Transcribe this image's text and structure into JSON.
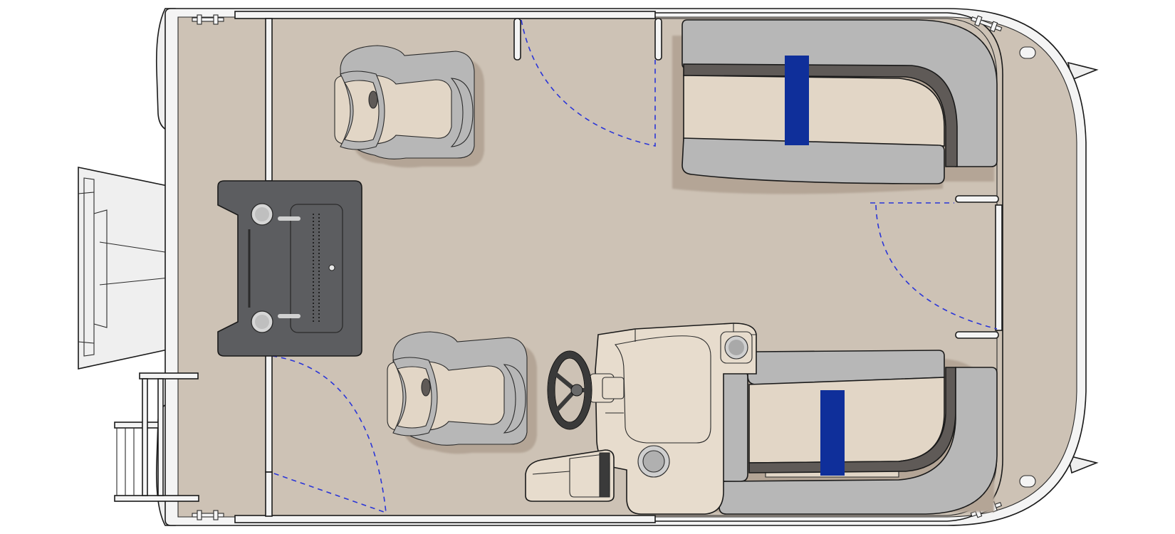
{
  "colors": {
    "deck": "#cdc2b5",
    "rail_fill": "#f4f4f4",
    "pontoon_fill": "#efefef",
    "upholstery_gray": "#b7b7b7",
    "upholstery_light": "#e2d6c6",
    "upholstery_dark": "#5f5a57",
    "accent_stripe": "#0f2f9a",
    "table_fill": "#5c5d60",
    "console_fill": "#e7dccd",
    "gate_dash": "#2a35d8",
    "shadow": "#b4a596",
    "outline": "#1a1a1a"
  },
  "deck_features": {
    "captain_chairs": 2,
    "bench_seats": 2,
    "helm_console": 1,
    "table": 1,
    "boarding_ladders": 1,
    "gates": 3
  }
}
